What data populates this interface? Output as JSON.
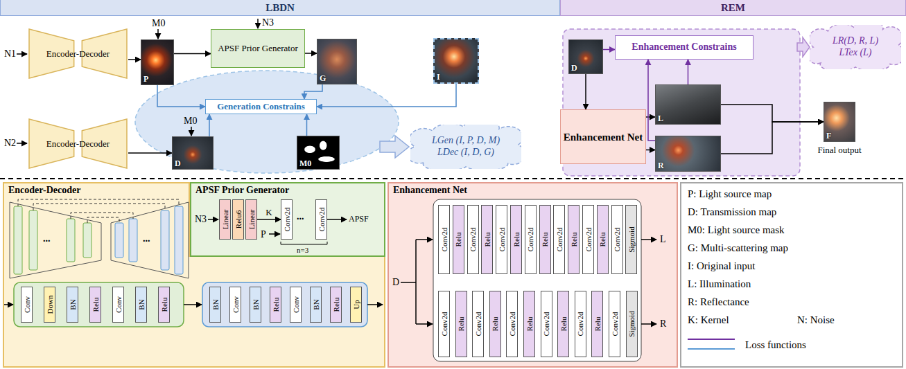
{
  "diagram": {
    "nodes": [
      {
        "text": [
          "LBDN"
        ]
      },
      {
        "text": [
          "REM"
        ]
      },
      {
        "text": [
          "Encoder-Decoder"
        ]
      },
      {
        "text": [
          "P"
        ]
      },
      {
        "text": [
          "APSF Prior Generator"
        ]
      },
      {
        "text": [
          "G"
        ]
      },
      {
        "text": [
          "I"
        ]
      },
      {
        "text": [
          "Generation Constrains"
        ]
      },
      {
        "text": [
          "Encoder-Decoder"
        ]
      },
      {
        "text": [
          "D"
        ]
      },
      {
        "text": [
          "M0"
        ]
      },
      {
        "text": [
          "LGen (I, P, D, M)",
          "LDec (I, D, G)"
        ]
      },
      {
        "text": [
          "D"
        ]
      },
      {
        "text": [
          "Enhancement Constrains"
        ]
      },
      {
        "text": [
          "Enhancement Net"
        ]
      },
      {
        "text": [
          "L"
        ]
      },
      {
        "text": [
          "R"
        ]
      },
      {
        "text": [
          "F",
          "Final output"
        ]
      },
      {
        "text": [
          "LR(D, R, L)",
          "LTex (L)"
        ]
      },
      {
        "text": [
          "Encoder-Decoder"
        ]
      },
      {
        "text": [
          "Conv"
        ],
        "in": 19
      },
      {
        "text": [
          "Down"
        ],
        "in": 19
      },
      {
        "text": [
          "BN"
        ],
        "in": 19
      },
      {
        "text": [
          "Relu"
        ],
        "in": 19
      },
      {
        "text": [
          "Conv"
        ],
        "in": 19
      },
      {
        "text": [
          "BN"
        ],
        "in": 19
      },
      {
        "text": [
          "Relu"
        ],
        "in": 19
      },
      {
        "text": [
          "BN"
        ],
        "in": 19
      },
      {
        "text": [
          "Conv"
        ],
        "in": 19
      },
      {
        "text": [
          "BN"
        ],
        "in": 19
      },
      {
        "text": [
          "Relu"
        ],
        "in": 19
      },
      {
        "text": [
          "Conv"
        ],
        "in": 19
      },
      {
        "text": [
          "BN"
        ],
        "in": 19
      },
      {
        "text": [
          "Relu"
        ],
        "in": 19
      },
      {
        "text": [
          "Up"
        ],
        "in": 19
      },
      {
        "text": [
          "APSF Prior Generator"
        ]
      },
      {
        "text": [
          "Linear"
        ],
        "in": 35
      },
      {
        "text": [
          "Relu6"
        ],
        "in": 35
      },
      {
        "text": [
          "Linear"
        ],
        "in": 35
      },
      {
        "text": [
          "Conv2d"
        ],
        "in": 35
      },
      {
        "text": [
          "Conv2d"
        ],
        "in": 35
      },
      {
        "text": [
          "Enhancement Net"
        ]
      },
      {
        "text": [
          "Conv2d"
        ],
        "in": 41
      },
      {
        "text": [
          "Relu"
        ],
        "in": 41
      },
      {
        "text": [
          "Conv2d"
        ],
        "in": 41
      },
      {
        "text": [
          "Relu"
        ],
        "in": 41
      },
      {
        "text": [
          "Conv2d"
        ],
        "in": 41
      },
      {
        "text": [
          "Relu"
        ],
        "in": 41
      },
      {
        "text": [
          "Conv2d"
        ],
        "in": 41
      },
      {
        "text": [
          "Relu"
        ],
        "in": 41
      },
      {
        "text": [
          "Conv2d"
        ],
        "in": 41
      },
      {
        "text": [
          "Relu"
        ],
        "in": 41
      },
      {
        "text": [
          "Conv2d"
        ],
        "in": 41
      },
      {
        "text": [
          "Relu"
        ],
        "in": 41
      },
      {
        "text": [
          "Conv2d"
        ],
        "in": 41
      },
      {
        "text": [
          "Sigmoid"
        ],
        "in": 41
      },
      {
        "text": [
          "Conv2d"
        ],
        "in": 41
      },
      {
        "text": [
          "Relu"
        ],
        "in": 41
      },
      {
        "text": [
          "Conv2d"
        ],
        "in": 41
      },
      {
        "text": [
          "Relu"
        ],
        "in": 41
      },
      {
        "text": [
          "Conv2d"
        ],
        "in": 41
      },
      {
        "text": [
          "Relu"
        ],
        "in": 41
      },
      {
        "text": [
          "Conv2d"
        ],
        "in": 41
      },
      {
        "text": [
          "Relu"
        ],
        "in": 41
      },
      {
        "text": [
          "Conv2d"
        ],
        "in": 41
      },
      {
        "text": [
          "Relu"
        ],
        "in": 41
      },
      {
        "text": [
          "Conv2d"
        ],
        "in": 41
      },
      {
        "text": [
          "Sigmoid"
        ],
        "in": 41
      }
    ],
    "edges": [
      {
        "from": 2,
        "to": 3,
        "arrow": "to"
      },
      {
        "from": 3,
        "to": 4,
        "arrow": "to"
      },
      {
        "from": 4,
        "to": 5,
        "arrow": "to"
      },
      {
        "from": 3,
        "to": 7,
        "arrow": "to"
      },
      {
        "from": 5,
        "to": 7,
        "arrow": "to"
      },
      {
        "from": 6,
        "to": 7,
        "arrow": "to"
      },
      {
        "from": 9,
        "to": 7,
        "arrow": "to"
      },
      {
        "from": 10,
        "to": 7,
        "arrow": "to"
      },
      {
        "from": 8,
        "to": 9,
        "arrow": "to"
      },
      {
        "from": 12,
        "to": 14,
        "arrow": "to"
      },
      {
        "from": 12,
        "to": 13,
        "arrow": "to"
      },
      {
        "from": 14,
        "to": 15,
        "arrow": "to"
      },
      {
        "from": 14,
        "to": 16,
        "arrow": "to"
      },
      {
        "from": 15,
        "to": 13,
        "arrow": "to"
      },
      {
        "from": 16,
        "to": 13,
        "arrow": "to"
      },
      {
        "from": 15,
        "to": 17,
        "arrow": "to"
      },
      {
        "from": 16,
        "to": 17,
        "arrow": "to"
      },
      {
        "from": 38,
        "to": 39,
        "label": "K",
        "arrow": "to"
      }
    ],
    "labels": [
      "N1",
      "M0",
      "N3",
      "N2",
      "M0",
      "N3",
      "P",
      "...",
      "APSF",
      "n=3",
      "...",
      "...",
      "D",
      "L",
      "R"
    ],
    "legend": [
      {
        "text": "P: Light source map"
      },
      {
        "text": "D: Transmission map"
      },
      {
        "text": "M0: Light source mask"
      },
      {
        "text": "G: Multi-scattering map"
      },
      {
        "text": "I: Original input"
      },
      {
        "text": "L: Illumination"
      },
      {
        "text": "R: Reflectance"
      },
      {
        "text": "K: Kernel"
      },
      {
        "text": "N: Noise"
      },
      {
        "text": "Loss functions"
      }
    ]
  }
}
